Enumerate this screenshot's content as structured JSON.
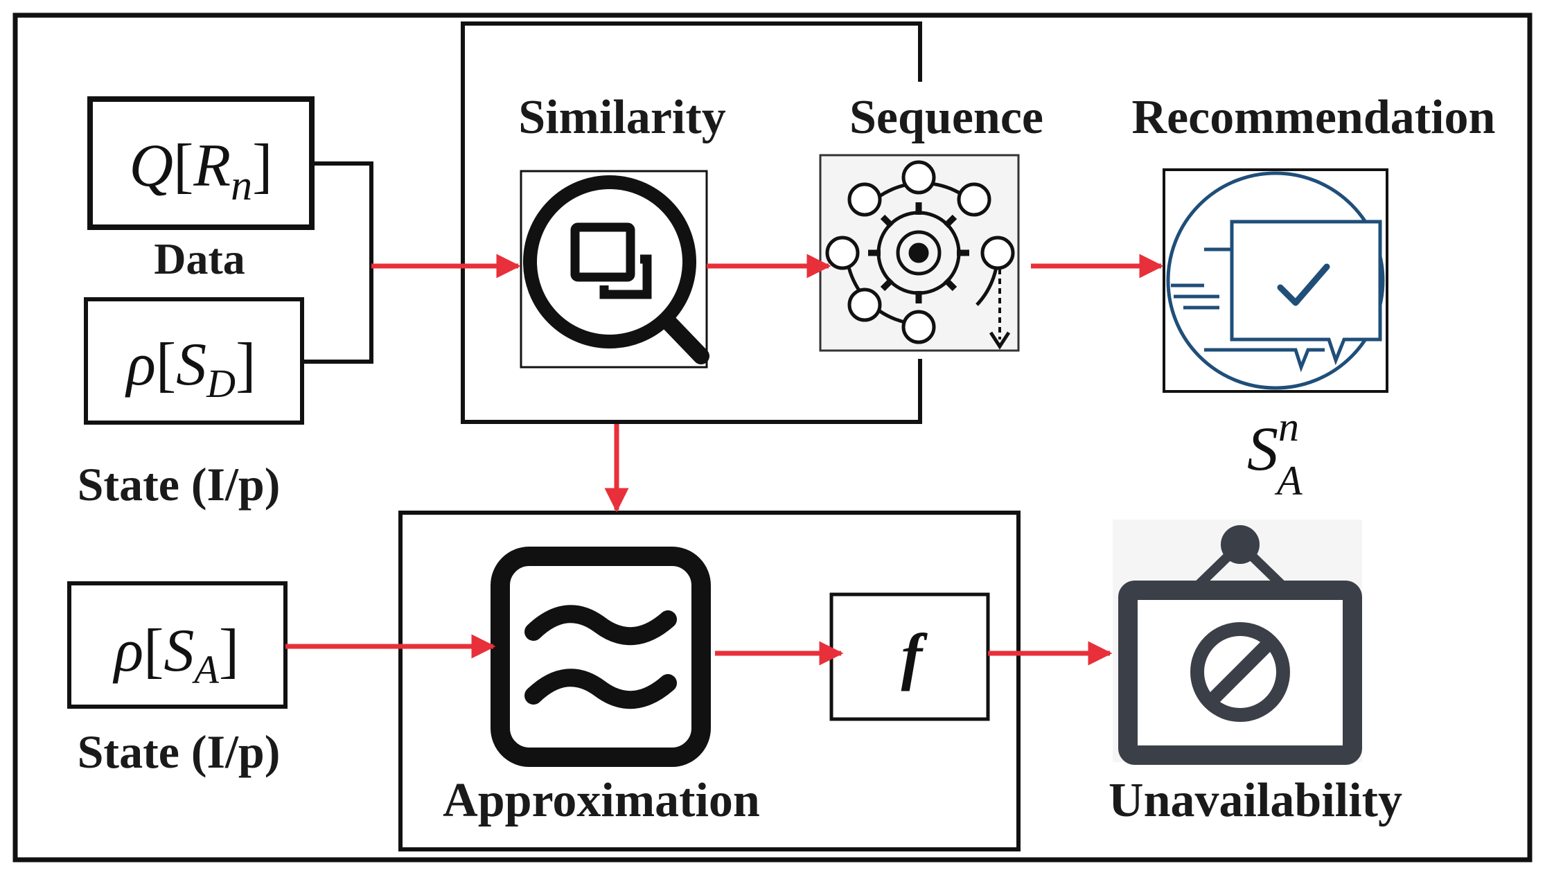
{
  "labels": {
    "data": "Data",
    "state_input_1": "State (I/p)",
    "state_input_2": "State (I/p)",
    "similarity": "Similarity",
    "sequence": "Sequence",
    "recommendation": "Recommendation",
    "approximation": "Approximation",
    "unavailability": "Unavailability"
  },
  "math": {
    "q_prefix": "Q",
    "q_bracket_open": "[",
    "q_var": "R",
    "q_sub": "n",
    "q_bracket_close": "]",
    "rho_sd_prefix": "ρ",
    "rho_sd_open": "[",
    "rho_sd_var": "S",
    "rho_sd_sub": "D",
    "rho_sd_close": "]",
    "rho_sa_prefix": "ρ",
    "rho_sa_open": "[",
    "rho_sa_var": "S",
    "rho_sa_sub": "A",
    "rho_sa_close": "]",
    "f": "f",
    "san_var": "S",
    "san_sup": "n",
    "san_sub": "A"
  },
  "colors": {
    "arrow": "#e8303a",
    "stroke": "#111111",
    "recommendation_icon": "#1f4e79",
    "unavailability_icon": "#3b3f48"
  },
  "icons": {
    "similarity": "magnifier-duplicate-icon",
    "sequence": "gear-cycle-icon",
    "recommendation": "chat-check-icon",
    "approximation": "approx-equal-icon",
    "unavailability": "hanging-sign-prohibited-icon"
  }
}
